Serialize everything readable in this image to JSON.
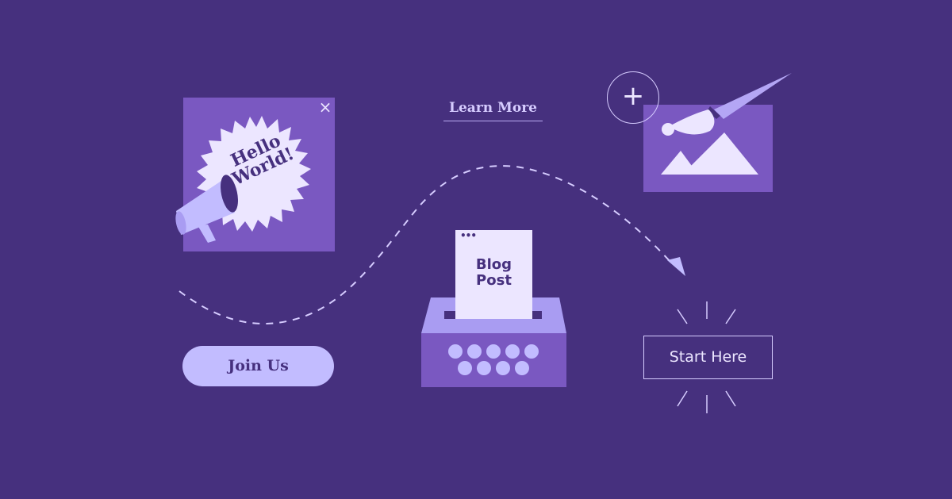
{
  "popup": {
    "close_label": "×",
    "burst_line1": "Hello",
    "burst_line2": "World!"
  },
  "links": {
    "learn_more": "Learn More"
  },
  "image_card": {
    "add_label": "+"
  },
  "buttons": {
    "join_us": "Join Us",
    "start_here": "Start Here"
  },
  "blog": {
    "dots": "•••",
    "line1": "Blog",
    "line2": "Post"
  },
  "colors": {
    "background": "#46307e",
    "card": "#7a58c1",
    "light": "#ece6ff",
    "lavender": "#c2bcff",
    "accent": "#a99cf2"
  }
}
